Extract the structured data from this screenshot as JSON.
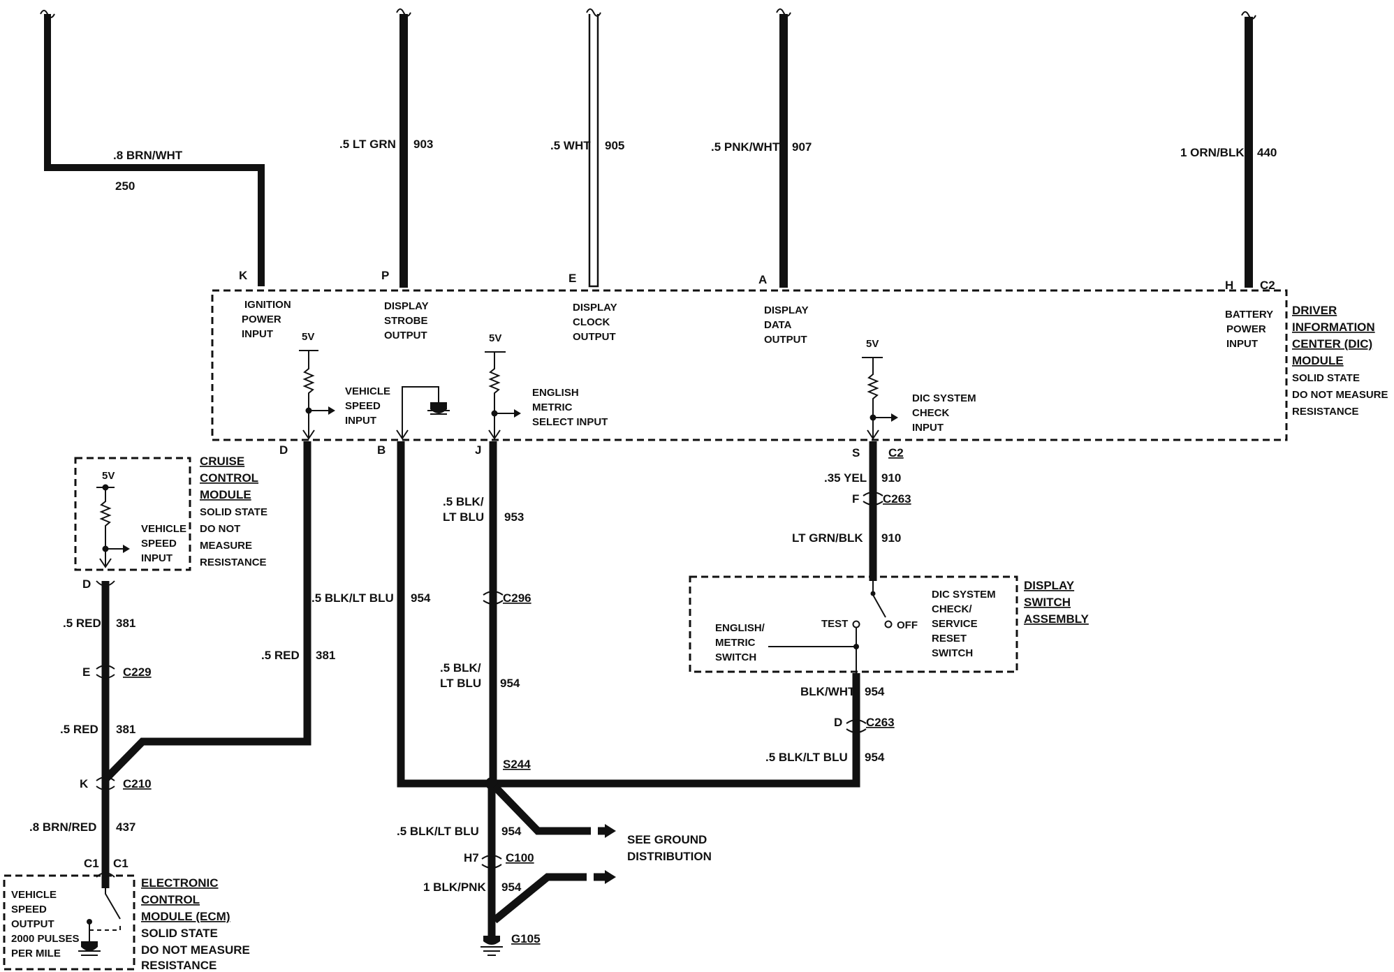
{
  "colors": {
    "wire": "#111111",
    "background": "#ffffff"
  },
  "dic": {
    "title": [
      "DRIVER",
      "INFORMATION",
      "CENTER (DIC)",
      "MODULE"
    ],
    "note": [
      "SOLID STATE",
      "DO NOT MEASURE",
      "RESISTANCE"
    ],
    "connector": "C2",
    "voltage": "5V",
    "inputs": {
      "ignition": {
        "pin": "K",
        "label": [
          "IGNITION",
          "POWER",
          "INPUT"
        ],
        "wire": ".8 BRN/WHT",
        "circuit": "250"
      },
      "strobe": {
        "pin": "P",
        "label": [
          "DISPLAY",
          "STROBE",
          "OUTPUT"
        ],
        "wire": ".5 LT GRN",
        "circuit": "903"
      },
      "clock": {
        "pin": "E",
        "label": [
          "DISPLAY",
          "CLOCK",
          "OUTPUT"
        ],
        "wire": ".5 WHT",
        "circuit": "905"
      },
      "data": {
        "pin": "A",
        "label": [
          "DISPLAY",
          "DATA",
          "OUTPUT"
        ],
        "wire": ".5 PNK/WHT",
        "circuit": "907"
      },
      "battery": {
        "pin": "H",
        "label": [
          "BATTERY",
          "POWER",
          "INPUT"
        ],
        "wire": "1 ORN/BLK",
        "circuit": "440"
      }
    },
    "vss_label": [
      "VEHICLE",
      "SPEED",
      "INPUT"
    ],
    "eng_label": [
      "ENGLISH",
      "METRIC",
      "SELECT INPUT"
    ],
    "check_label": [
      "DIC SYSTEM",
      "CHECK",
      "INPUT"
    ],
    "bottom_pins": {
      "d": "D",
      "b": "B",
      "j": "J",
      "s": "S",
      "c2": "C2"
    }
  },
  "cruise": {
    "title": [
      "CRUISE",
      "CONTROL",
      "MODULE"
    ],
    "note": [
      "SOLID STATE",
      "DO NOT",
      "MEASURE",
      "RESISTANCE"
    ],
    "voltage": "5V",
    "input_label": [
      "VEHICLE",
      "SPEED",
      "INPUT"
    ],
    "pin": "D"
  },
  "ecm": {
    "title": [
      "ELECTRONIC",
      "CONTROL",
      "MODULE (ECM)"
    ],
    "note": [
      "SOLID STATE",
      "DO NOT MEASURE",
      "RESISTANCE"
    ],
    "output_label": [
      "VEHICLE",
      "SPEED",
      "OUTPUT",
      "2000  PULSES",
      "PER MILE"
    ],
    "pin_left": "C1",
    "pin_right": "C1"
  },
  "display_switch": {
    "title": [
      "DISPLAY",
      "SWITCH",
      "ASSEMBLY"
    ],
    "switch_label": [
      "DIC SYSTEM",
      "CHECK/",
      "SERVICE",
      "RESET",
      "SWITCH"
    ],
    "english_label": [
      "ENGLISH/",
      "METRIC",
      "SWITCH"
    ],
    "test": "TEST",
    "off": "OFF"
  },
  "wires": {
    "w381a": {
      "wire": ".5 RED",
      "circuit": "381"
    },
    "w381b": {
      "wire": ".5 RED",
      "circuit": "381"
    },
    "w381c": {
      "wire": ".5 RED",
      "circuit": "381"
    },
    "w437": {
      "wire": ".8 BRN/RED",
      "circuit": "437"
    },
    "w954b": {
      "wire": ".5 BLK/LT BLU",
      "circuit": "954"
    },
    "w953": {
      "wire": [
        ".5 BLK/",
        "LT BLU"
      ],
      "circuit": "953"
    },
    "w954j": {
      "wire": [
        ".5 BLK/",
        "LT BLU"
      ],
      "circuit": "954"
    },
    "w910a": {
      "wire": ".35 YEL",
      "circuit": "910"
    },
    "w910b": {
      "wire": "LT GRN/BLK",
      "circuit": "910"
    },
    "w954s": {
      "wire": "BLK/WHT",
      "circuit": "954"
    },
    "w954d": {
      "wire": ".5 BLK/LT BLU",
      "circuit": "954"
    },
    "w954g": {
      "wire": ".5 BLK/LT BLU",
      "circuit": "954"
    },
    "w954p": {
      "wire": "1 BLK/PNK",
      "circuit": "954"
    }
  },
  "connectors": {
    "c229": {
      "pin": "E",
      "name": "C229"
    },
    "c210": {
      "pin": "K",
      "name": "C210"
    },
    "c296": {
      "name": "C296"
    },
    "c263f": {
      "pin": "F",
      "name": "C263"
    },
    "c263d": {
      "pin": "D",
      "name": "C263"
    },
    "c100": {
      "pin": "H7",
      "name": "C100"
    }
  },
  "splice": "S244",
  "ground": "G105",
  "see_ground": [
    "SEE GROUND",
    "DISTRIBUTION"
  ]
}
